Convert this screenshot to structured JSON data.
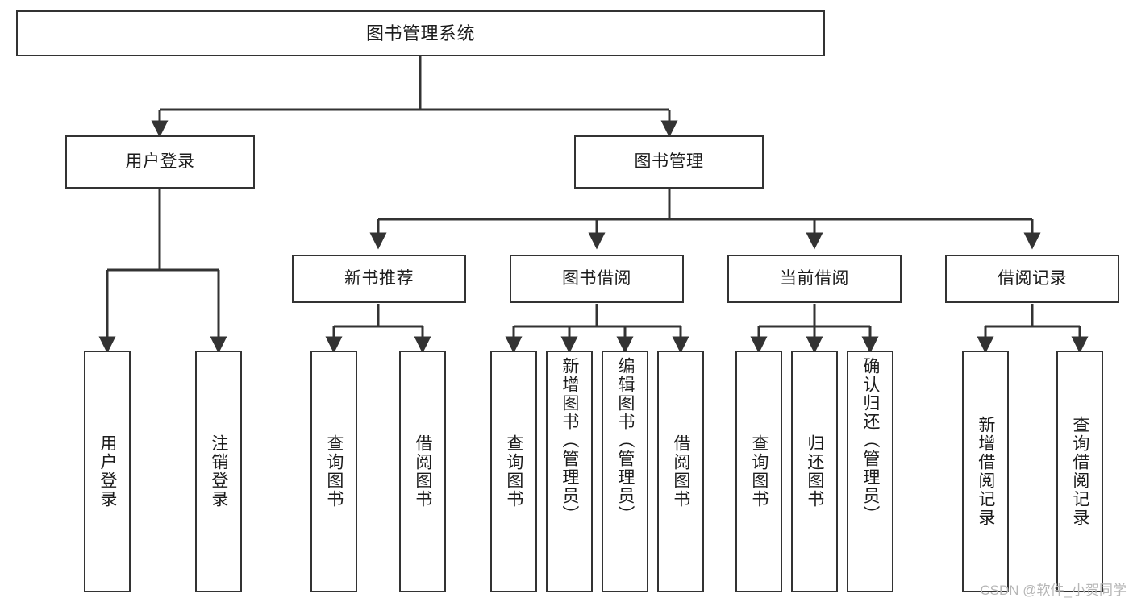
{
  "diagram": {
    "type": "tree-hierarchy-chart",
    "title": "图书管理系统",
    "background_color": "#ffffff",
    "box_border_color": "#333333",
    "connector_color": "#333333",
    "text_color": "#1c1c1c"
  },
  "root": {
    "label": "图书管理系统"
  },
  "level2": [
    {
      "label": "用户登录"
    },
    {
      "label": "图书管理"
    }
  ],
  "level3": [
    {
      "label": "新书推荐"
    },
    {
      "label": "图书借阅"
    },
    {
      "label": "当前借阅"
    },
    {
      "label": "借阅记录"
    }
  ],
  "leaves": {
    "user_login": [
      {
        "label": "用户登录"
      },
      {
        "label": "注销登录"
      }
    ],
    "new_book_recommend": [
      {
        "label": "查询图书"
      },
      {
        "label": "借阅图书"
      }
    ],
    "book_borrow": [
      {
        "label": "查询图书"
      },
      {
        "label": "新增图书（管理员）"
      },
      {
        "label": "编辑图书（管理员）"
      },
      {
        "label": "借阅图书"
      }
    ],
    "current_borrow": [
      {
        "label": "查询图书"
      },
      {
        "label": "归还图书"
      },
      {
        "label": "确认归还（管理员）"
      }
    ],
    "borrow_record": [
      {
        "label": "新增借阅记录"
      },
      {
        "label": "查询借阅记录"
      }
    ]
  },
  "watermark": {
    "text": "CSDN @软件_小贺同学"
  }
}
